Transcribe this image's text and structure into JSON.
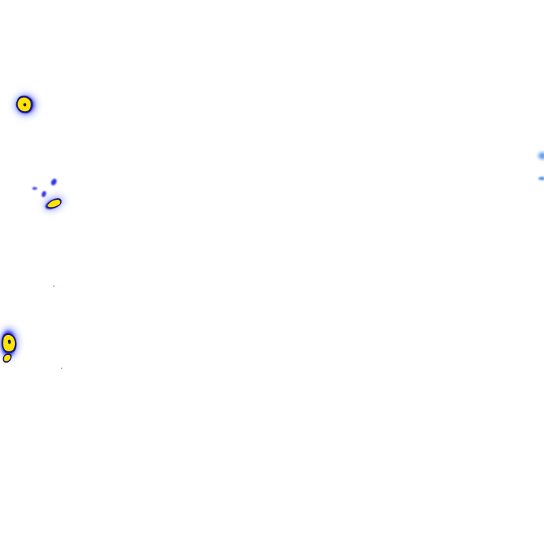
{
  "map": {
    "background": "#ffffff",
    "palette": {
      "outer_halo": "#9aa8ff",
      "mid_band": "#3030f0",
      "core_edge": "#1a1a7a",
      "core_fill": "#ffe400",
      "light_echo": "#4a8cf0"
    },
    "echo_cells": [
      {
        "id": "cell-northwest",
        "intensity": "high"
      },
      {
        "id": "cell-west-central",
        "intensity": "high"
      },
      {
        "id": "cell-west-small-a",
        "intensity": "moderate"
      },
      {
        "id": "cell-west-small-b",
        "intensity": "moderate"
      },
      {
        "id": "cell-west-small-c",
        "intensity": "moderate"
      },
      {
        "id": "cell-southwest-edge",
        "intensity": "high"
      },
      {
        "id": "cell-east-edge-a",
        "intensity": "light"
      },
      {
        "id": "cell-east-edge-b",
        "intensity": "light"
      },
      {
        "id": "speck-a",
        "intensity": "trace"
      },
      {
        "id": "speck-b",
        "intensity": "trace"
      }
    ]
  }
}
